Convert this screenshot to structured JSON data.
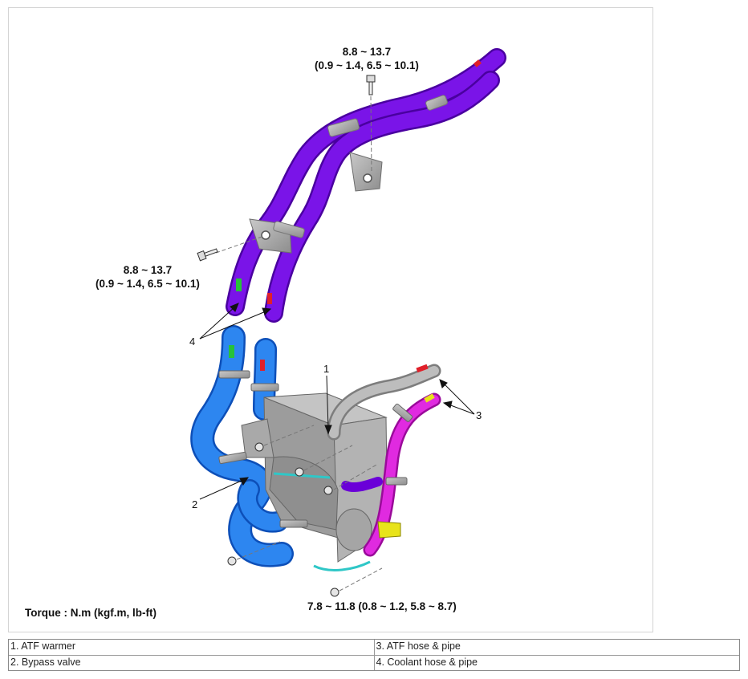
{
  "torque_specs": {
    "top_bolt": {
      "value": "8.8 ~ 13.7",
      "alt": "(0.9 ~ 1.4, 6.5 ~ 10.1)"
    },
    "left_bolt": {
      "value": "8.8 ~ 13.7",
      "alt": "(0.9 ~ 1.4, 6.5 ~ 10.1)"
    },
    "bottom_bolt": {
      "value": "7.8 ~ 11.8 (0.8 ~ 1.2, 5.8 ~ 8.7)"
    }
  },
  "torque_unit": "Torque : N.m (kgf.m, lb-ft)",
  "callouts": {
    "c1": "1",
    "c2": "2",
    "c3": "3",
    "c4": "4"
  },
  "legend": {
    "rows": [
      [
        "1. ATF warmer",
        "3. ATF hose & pipe"
      ],
      [
        "2. Bypass valve",
        "4. Coolant hose & pipe"
      ]
    ]
  },
  "colors": {
    "coolant_pipe": "#6a00d8",
    "coolant_hose": "#1a6fe0",
    "atf_hose": "#d41cd4",
    "metal": "#a8a8a8",
    "marker_green": "#27c23a",
    "marker_red": "#e0202a",
    "marker_yellow": "#e8e31a"
  }
}
